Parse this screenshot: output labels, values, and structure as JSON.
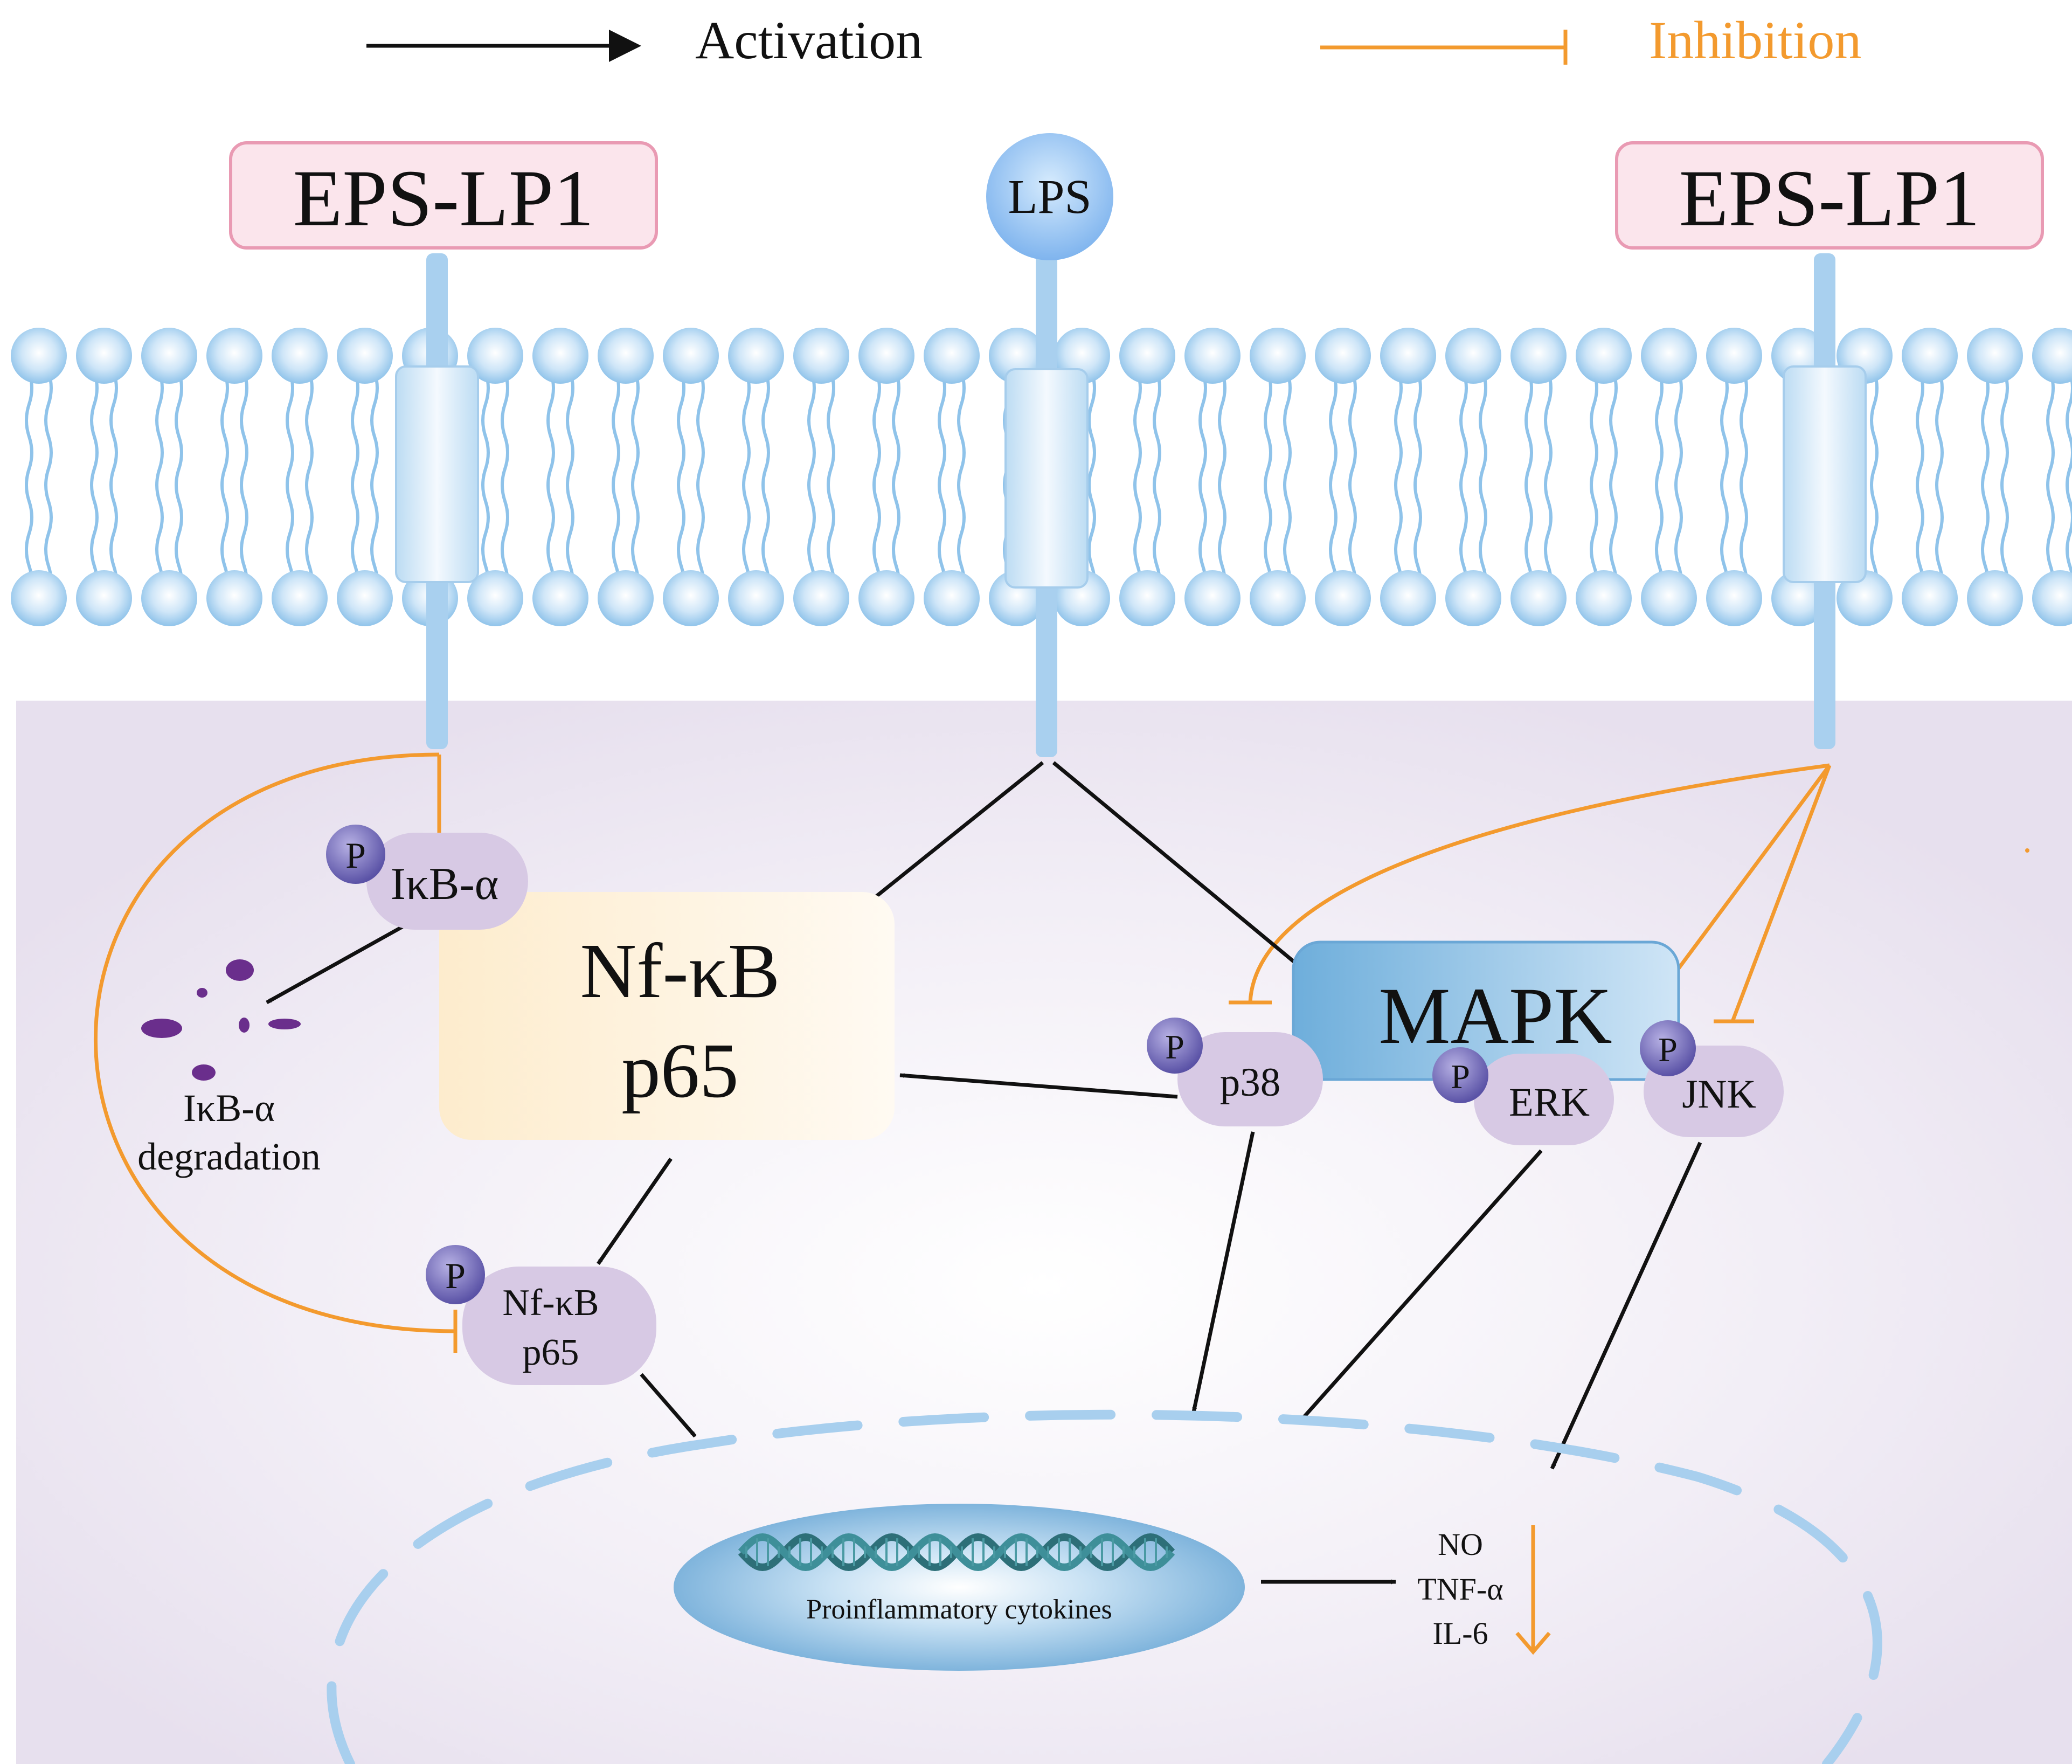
{
  "legend": {
    "activation_label": "Activation",
    "inhibition_label": "Inhibition"
  },
  "receptors": {
    "left_label": "EPS-LP1",
    "center_label": "LPS",
    "right_label": "EPS-LP1"
  },
  "nodes": {
    "ikba_label": "IκB-α",
    "degradation_line1": "IκB-α",
    "degradation_line2": "degradation",
    "nfkb_line1": "Nf-κB",
    "nfkb_line2": "p65",
    "mapk_label": "MAPK",
    "p38_label": "p38",
    "erk_label": "ERK",
    "jnk_label": "JNK",
    "p_nfkb_line1": "Nf-κB",
    "p_nfkb_line2": "p65",
    "phospho_label": "P"
  },
  "nucleus": {
    "dna_label": "Proinflammatory cytokines",
    "outputs": [
      "NO",
      "TNF-α",
      "IL-6"
    ]
  },
  "colors": {
    "activation": "#111111",
    "inhibition": "#f39a2e",
    "membrane": "#8fc3ea",
    "cytoplasm": "#ebe5f1",
    "receptor_box": "#fbe5ec",
    "receptor_border": "#e99ab3",
    "node_pill": "#d7c9e4",
    "phospho": "#6c63b4",
    "mapk_box": "#7fb8df"
  }
}
